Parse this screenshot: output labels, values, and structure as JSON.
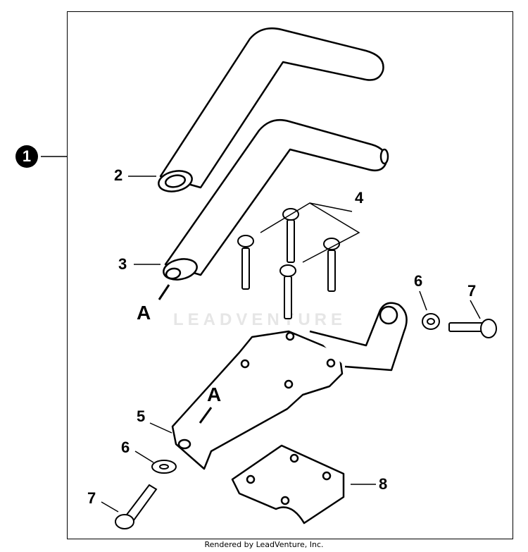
{
  "diagram": {
    "assembly_callout": "1",
    "callouts": {
      "c2": "2",
      "c3": "3",
      "c4": "4",
      "c5": "5",
      "c6a": "6",
      "c6b": "6",
      "c7a": "7",
      "c7b": "7",
      "c8": "8",
      "ref_a1": "A",
      "ref_a2": "A"
    },
    "watermark": "LEADVENTURE"
  },
  "footer": {
    "text": "Rendered by LeadVenture, Inc."
  }
}
